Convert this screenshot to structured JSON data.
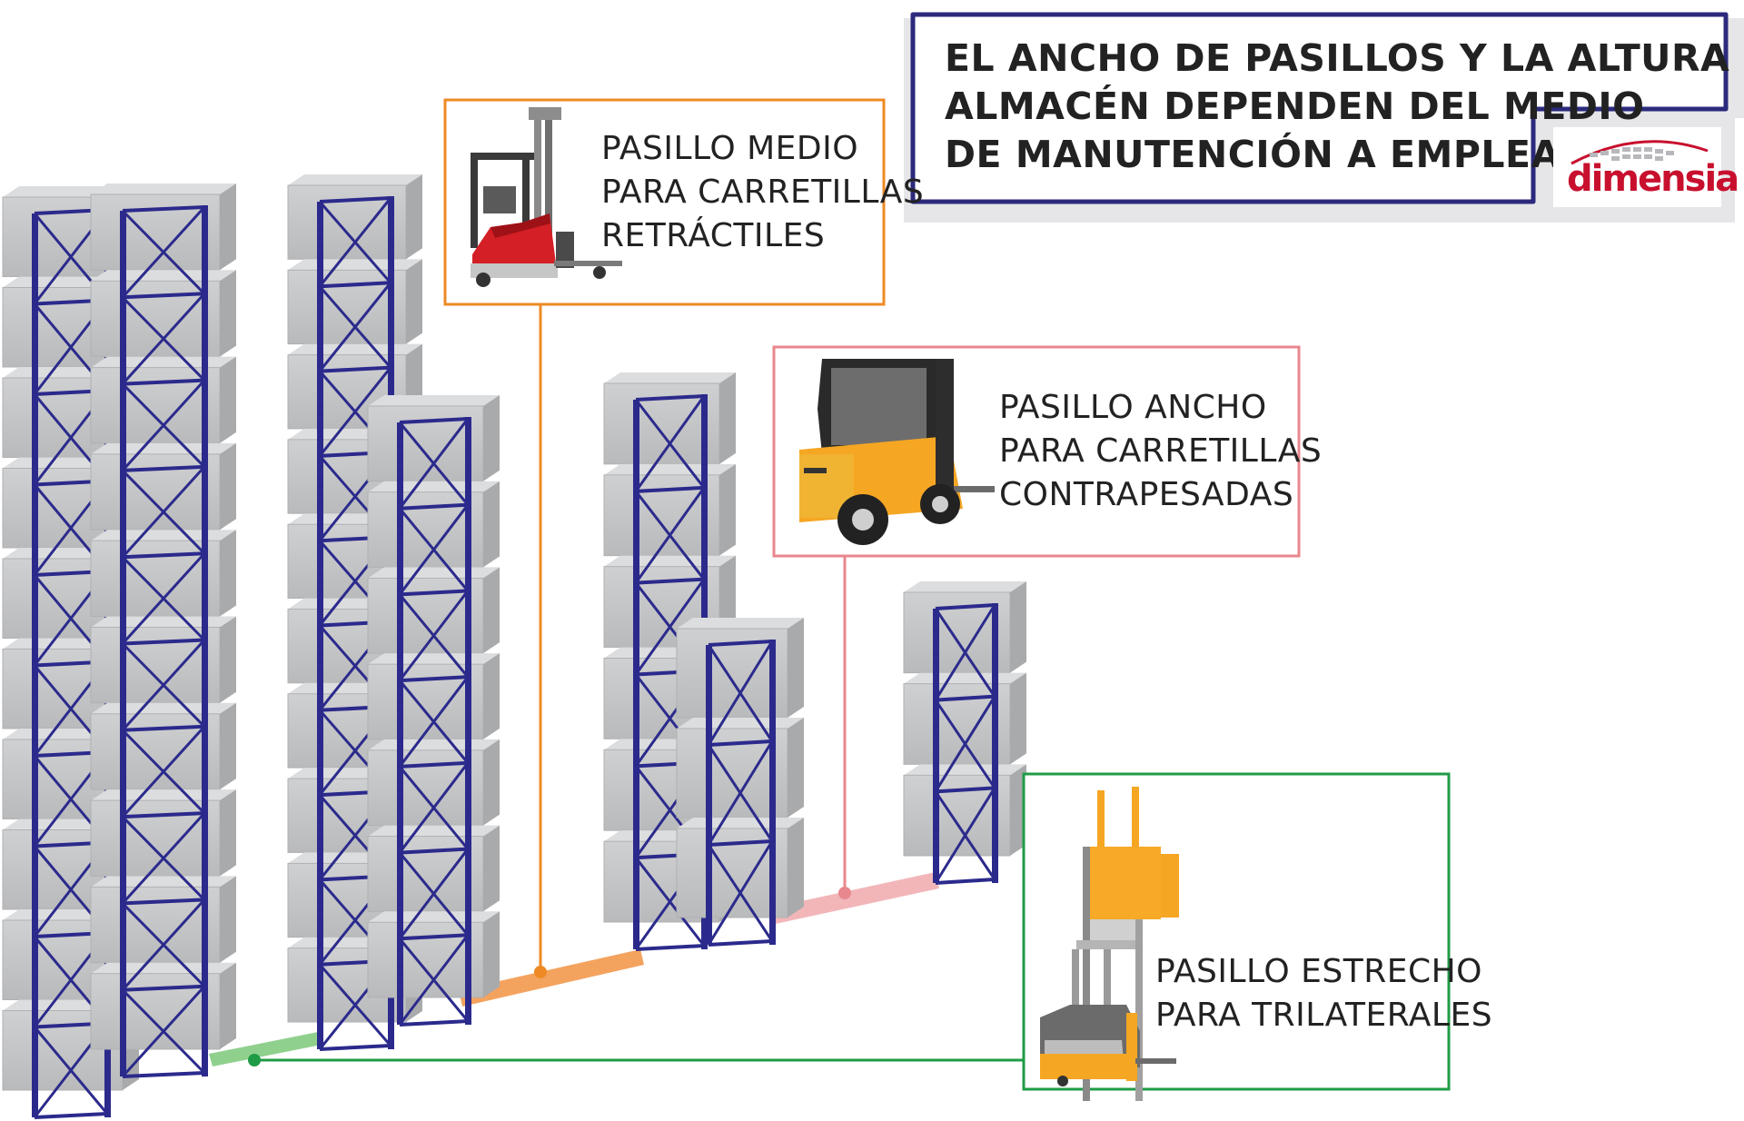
{
  "title": {
    "lines": [
      "EL ANCHO DE PASILLOS Y LA ALTURA DEL",
      "ALMACÉN DEPENDEN DEL MEDIO",
      "DE MANUTENCIÓN A EMPLEAR"
    ]
  },
  "logo": {
    "text": "dimensia"
  },
  "callouts": {
    "medio": {
      "lines": [
        "PASILLO MEDIO",
        "PARA CARRETILLAS",
        "RETRÁCTILES"
      ]
    },
    "ancho": {
      "lines": [
        "PASILLO ANCHO",
        "PARA CARRETILLAS",
        "CONTRAPESADAS"
      ]
    },
    "estrecho": {
      "lines": [
        "PASILLO ESTRECHO",
        "PARA TRILATERALES"
      ]
    }
  },
  "colors": {
    "rack": "#2b2a8c",
    "box": "#c8c9cb",
    "medio": "#ee8a24",
    "ancho": "#e8878d",
    "estrecho": "#1f9b45",
    "title_border": "#2b2a7c",
    "logo": "#c8102e"
  }
}
